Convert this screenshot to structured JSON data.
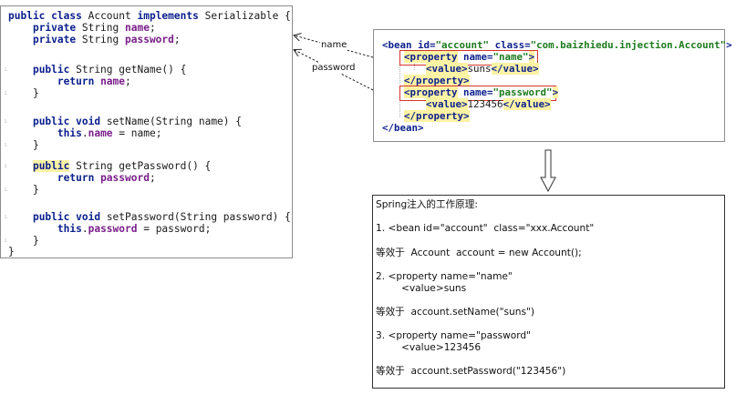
{
  "java_code": {
    "lines": [
      "public class Account implements Serializable {",
      "    private String name;",
      "    private String password;",
      "",
      "    public String getName() {",
      "        return name;",
      "    }",
      "",
      "    public void setName(String name) {",
      "        this.name = name;",
      "    }",
      "",
      "    public String getPassword() {",
      "        return password;",
      "    }",
      "",
      "    public void setPassword(String password) {",
      "        this.password = password;",
      "    }",
      "}"
    ]
  },
  "xml_config": {
    "lines": [
      "<bean id=\"account\" class=\"com.baizhiedu.injection.Account\">",
      "    <property name=\"name\">",
      "        <value>suns</value>",
      "    </property>",
      "    <property name=\"password\">",
      "        <value>123456</value>",
      "    </property>",
      "</bean>"
    ]
  },
  "arrow_labels": {
    "name": "name",
    "password": "password"
  },
  "explanation": {
    "title": "Spring注入的工作原理:",
    "step1_line": "1. <bean id=\"account\"  class=\"xxx.Account\"",
    "step1_equiv": "等效于  Account  account = new Account();",
    "step2_line1": "2. <property name=\"name\"",
    "step2_line2": "<value>suns",
    "step2_equiv": "等效于  account.setName(\"suns\")",
    "step3_line1": "3. <property name=\"password\"",
    "step3_line2": "<value>123456",
    "step3_equiv": "等效于  account.setPassword(\"123456\")"
  },
  "colors": {
    "keyword": "#0b1f8c",
    "field": "#7a1f8a",
    "xml_value": "#1c7a1c",
    "highlight": "#fbf2a4",
    "callout_box": "#d8332c"
  }
}
